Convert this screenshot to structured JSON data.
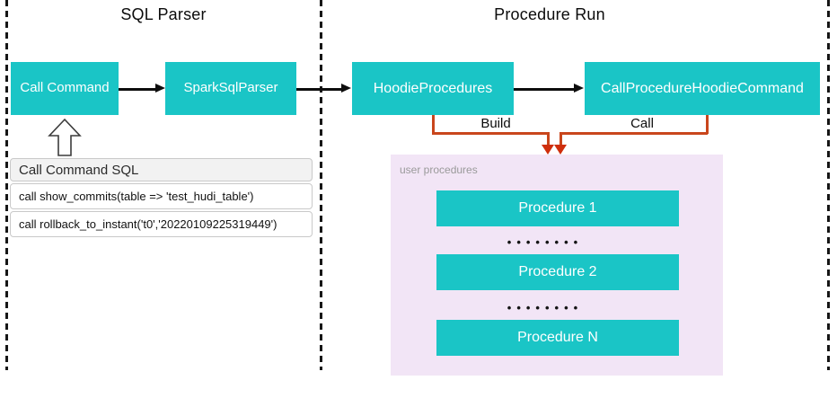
{
  "diagram": {
    "sections": {
      "left_title": "SQL Parser",
      "right_title": "Procedure Run"
    },
    "nodes": {
      "call_command": "Call Command",
      "spark_sql_parser": "SparkSqlParser",
      "hoodie_procedures": "HoodieProcedures",
      "call_procedure_hoodie_command": "CallProcedureHoodieCommand"
    },
    "edges": {
      "build_label": "Build",
      "call_label": "Call"
    },
    "sql_table": {
      "header": "Call Command SQL",
      "rows": [
        "call show_commits(table => 'test_hudi_table')",
        "call rollback_to_instant('t0','20220109225319449')"
      ]
    },
    "user_procedures": {
      "label": "user procedures",
      "items": [
        "Procedure 1",
        "Procedure 2",
        "Procedure N"
      ],
      "dots": "••••••••"
    },
    "colors": {
      "teal": "#1ac5c6",
      "purple": "#f2e5f6",
      "orange": "#c9461c",
      "red": "#cf2e0c"
    }
  }
}
